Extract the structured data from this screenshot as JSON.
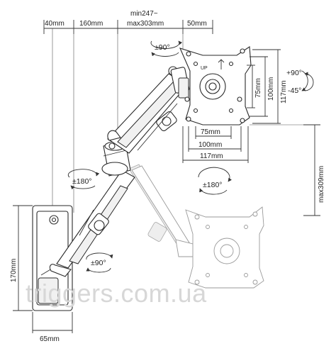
{
  "dimensions": {
    "wall_offset": "40mm",
    "arm_segment": "160mm",
    "reach_line1": "min247~",
    "reach_line2": "max303mm",
    "vesa_offset": "50mm",
    "vesa_75_h": "75mm",
    "vesa_100_h": "100mm",
    "vesa_117_h": "117mm",
    "vesa_75_w": "75mm",
    "vesa_100_w": "100mm",
    "vesa_117_w": "117mm",
    "max_height": "max309mm",
    "plate_height": "170mm",
    "plate_width": "65mm"
  },
  "rotations": {
    "swivel_top": "±90°",
    "tilt_up": "+90°",
    "tilt_down": "-45°",
    "rotate_screen": "±180°",
    "elbow": "±180°",
    "base": "±90°"
  },
  "labels": {
    "up_mark": "UP"
  },
  "watermark": "triggers.com.ua"
}
